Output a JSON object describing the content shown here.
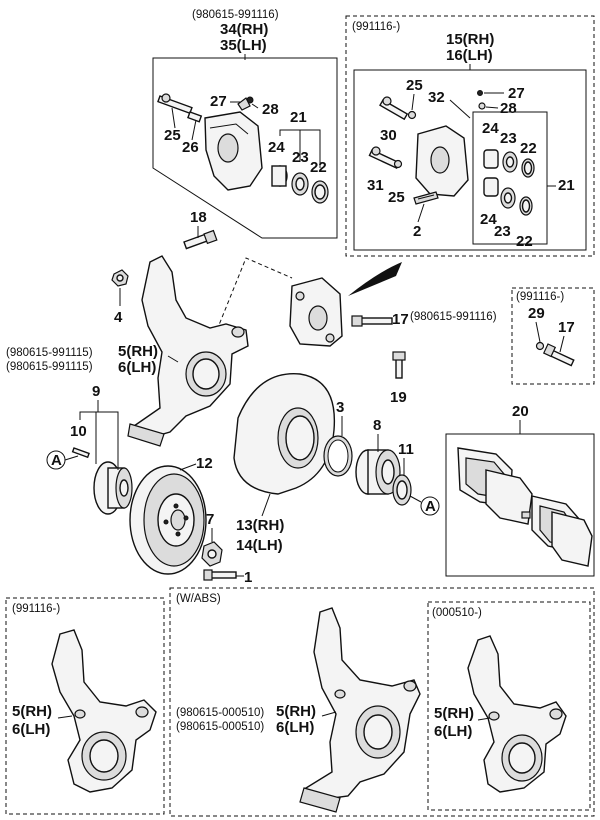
{
  "top_left_group": {
    "code": "(980615-991116)",
    "rh": "34(RH)",
    "lh": "35(LH)"
  },
  "top_right_group": {
    "code": "(991116-)",
    "rh": "15(RH)",
    "lh": "16(LH)"
  },
  "mid_right_group": {
    "code": "(991116-)"
  },
  "knuckle_labels": {
    "code_rh": "(980615-991115)",
    "code_lh": "(980615-991115)",
    "rh": "5(RH)",
    "lh": "6(LH)"
  },
  "disc_cover_labels": {
    "rh": "13(RH)",
    "lh": "14(LH)"
  },
  "bolt17_code": "(980615-991116)",
  "bottom_left_group": {
    "code": "(991116-)",
    "rh": "5(RH)",
    "lh": "6(LH)"
  },
  "bottom_center_group": {
    "title": "(W/ABS)",
    "code_rh": "(980615-000510)",
    "code_lh": "(980615-000510)",
    "rh": "5(RH)",
    "lh": "6(LH)"
  },
  "bottom_right_group": {
    "code": "(000510-)",
    "rh": "5(RH)",
    "lh": "6(LH)"
  },
  "callouts": {
    "n1": "1",
    "n2": "2",
    "n3": "3",
    "n4": "4",
    "n7": "7",
    "n8": "8",
    "n9": "9",
    "n10": "10",
    "n11": "11",
    "n12": "12",
    "n17a": "17",
    "n17b": "17",
    "n18": "18",
    "n19": "19",
    "n20": "20",
    "n21a": "21",
    "n21b": "21",
    "n22a": "22",
    "n22b": "22",
    "n22c": "22",
    "n23a": "23",
    "n23b": "23",
    "n23c": "23",
    "n24a": "24",
    "n24b": "24",
    "n24c": "24",
    "n25a": "25",
    "n25b": "25",
    "n25c": "25",
    "n26": "26",
    "n27a": "27",
    "n27b": "27",
    "n28a": "28",
    "n28b": "28",
    "n29": "29",
    "n30": "30",
    "n31": "31",
    "n32": "32",
    "refA1": "A",
    "refA2": "A"
  }
}
